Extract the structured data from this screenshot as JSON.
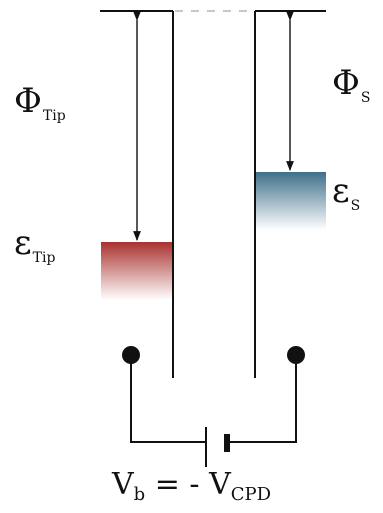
{
  "labels": {
    "phi_tip": {
      "symbol": "Φ",
      "subscript": "Tip"
    },
    "phi_s": {
      "symbol": "Φ",
      "subscript": "S"
    },
    "eps_tip": {
      "symbol": "ε",
      "subscript": "Tip"
    },
    "eps_s": {
      "symbol": "ε",
      "subscript": "S"
    },
    "equation": {
      "v": "V",
      "v_sub": "b",
      "mid": " = - V",
      "vcpd_sub": "CPD"
    }
  },
  "colors": {
    "tip_fill_top": "#a8322e",
    "tip_fill_bottom": "#ffffff",
    "sample_fill_top": "#3f6f8a",
    "sample_fill_bottom": "#ffffff",
    "line": "#111111"
  }
}
